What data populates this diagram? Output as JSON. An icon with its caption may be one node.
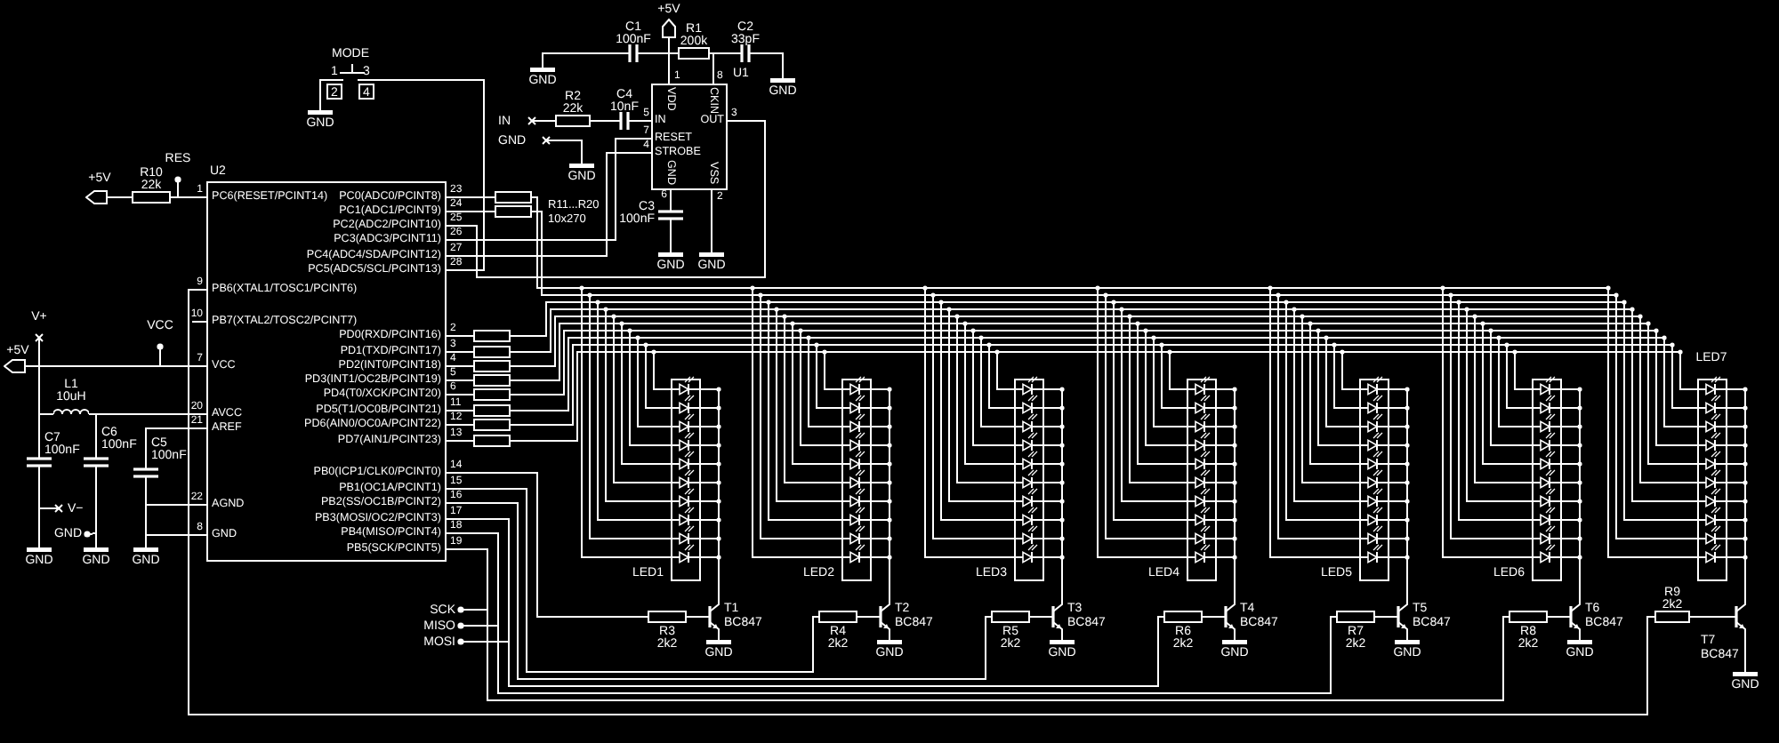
{
  "diagram": {
    "nodes": [
      {
        "text": [
          "PC6(RESET/PCINT14)",
          "PB6(XTAL1/TOSC1/PCINT6)",
          "PB7(XTAL2/TOSC2/PCINT7)",
          "VCC",
          "AVCC",
          "AREF",
          "AGND",
          "GND",
          "PC0(ADC0/PCINT8)",
          "PC1(ADC1/PCINT9)",
          "PC2(ADC2/PCINT10)",
          "PC3(ADC3/PCINT11)",
          "PC4(ADC4/SDA/PCINT12)",
          "PC5(ADC5/SCL/PCINT13)",
          "PD0(RXD/PCINT16)",
          "PD1(TXD/PCINT17)",
          "PD2(INT0/PCINT18)",
          "PD3(INT1/OC2B/PCINT19)",
          "PD4(T0/XCK/PCINT20)",
          "PD5(T1/OC0B/PCINT21)",
          "PD6(AIN0/OC0A/PCINT22)",
          "PD7(AIN1/PCINT23)",
          "PB0(ICP1/CLK0/PCINT0)",
          "PB1(OC1A/PCINT1)",
          "PB2(SS/OC1B/PCINT2)",
          "PB3(MOSI/OC2/PCINT3)",
          "PB4(MISO/PCINT4)",
          "PB5(SCK/PCINT5)"
        ],
        "beside": [
          "U2",
          "1",
          "9",
          "10",
          "7",
          "20",
          "21",
          "22",
          "8",
          "23",
          "24",
          "25",
          "26",
          "27",
          "28",
          "2",
          "3",
          "4",
          "5",
          "6",
          "11",
          "12",
          "13",
          "14",
          "15",
          "16",
          "17",
          "18",
          "19"
        ]
      },
      {
        "text": [
          "VDD",
          "CKIN",
          "IN",
          "OUT",
          "RESET",
          "STROBE",
          "GND",
          "VSS"
        ],
        "beside": [
          "U1",
          "1",
          "8",
          "5",
          "3",
          "7",
          "4",
          "6",
          "2"
        ]
      },
      {
        "text": [
          "MODE",
          "1",
          "3",
          "2",
          "4"
        ]
      },
      {
        "text": [
          "R10",
          "22k"
        ]
      },
      {
        "text": [
          "RES"
        ]
      },
      {
        "text": [
          "+5V"
        ]
      },
      {
        "text": [
          "C1",
          "100nF"
        ]
      },
      {
        "text": [
          "+5V"
        ]
      },
      {
        "text": [
          "R1",
          "200k"
        ]
      },
      {
        "text": [
          "C2",
          "33pF"
        ]
      },
      {
        "text": [
          "R2",
          "22k"
        ]
      },
      {
        "text": [
          "C4",
          "10nF"
        ]
      },
      {
        "text": [
          "IN"
        ]
      },
      {
        "text": [
          "GND"
        ]
      },
      {
        "text": [
          "C3",
          "100nF"
        ]
      },
      {
        "text": [
          "GND"
        ]
      },
      {
        "text": [
          "GND"
        ]
      },
      {
        "text": [
          "GND"
        ]
      },
      {
        "text": [
          "GND"
        ]
      },
      {
        "text": [
          "GND"
        ]
      },
      {
        "text": [
          "GND"
        ]
      },
      {
        "text": [
          "+5V"
        ]
      },
      {
        "text": [
          "V+"
        ]
      },
      {
        "text": [
          "VCC"
        ]
      },
      {
        "text": [
          "L1",
          "10uH"
        ]
      },
      {
        "text": [
          "C7",
          "100nF"
        ]
      },
      {
        "text": [
          "C6",
          "100nF"
        ]
      },
      {
        "text": [
          "C5",
          "100nF"
        ]
      },
      {
        "text": [
          "V−"
        ]
      },
      {
        "text": [
          "GND"
        ]
      },
      {
        "text": [
          "GND"
        ]
      },
      {
        "text": [
          "GND"
        ]
      },
      {
        "text": [
          "GND"
        ]
      },
      {
        "text": [
          "SCK"
        ]
      },
      {
        "text": [
          "MISO"
        ]
      },
      {
        "text": [
          "MOSI"
        ]
      },
      {
        "text": [
          "LED1"
        ]
      },
      {
        "text": [
          "LED2"
        ]
      },
      {
        "text": [
          "LED3"
        ]
      },
      {
        "text": [
          "LED4"
        ]
      },
      {
        "text": [
          "LED5"
        ]
      },
      {
        "text": [
          "LED6"
        ]
      },
      {
        "text": [
          "LED7"
        ]
      },
      {
        "text": [
          "R3",
          "2k2"
        ]
      },
      {
        "text": [
          "R4",
          "2k2"
        ]
      },
      {
        "text": [
          "R5",
          "2k2"
        ]
      },
      {
        "text": [
          "R6",
          "2k2"
        ]
      },
      {
        "text": [
          "R7",
          "2k2"
        ]
      },
      {
        "text": [
          "R8",
          "2k2"
        ]
      },
      {
        "text": [
          "R9",
          "2k2"
        ]
      },
      {
        "text": [
          "T1",
          "BC847"
        ]
      },
      {
        "text": [
          "T2",
          "BC847"
        ]
      },
      {
        "text": [
          "T3",
          "BC847"
        ]
      },
      {
        "text": [
          "T4",
          "BC847"
        ]
      },
      {
        "text": [
          "T5",
          "BC847"
        ]
      },
      {
        "text": [
          "T6",
          "BC847"
        ]
      },
      {
        "text": [
          "T7",
          "BC847"
        ]
      },
      {
        "text": [
          "GND"
        ]
      },
      {
        "text": [
          "GND"
        ]
      },
      {
        "text": [
          "GND"
        ]
      },
      {
        "text": [
          "GND"
        ]
      },
      {
        "text": [
          "GND"
        ]
      },
      {
        "text": [
          "GND"
        ]
      },
      {
        "text": [
          "GND"
        ]
      }
    ],
    "edges": [
      {
        "from": 5,
        "to": 3,
        "arrow": "none"
      },
      {
        "from": 3,
        "to": 0,
        "arrow": "none"
      },
      {
        "from": 4,
        "to": 0,
        "arrow": "none"
      },
      {
        "from": 15,
        "to": 6,
        "arrow": "none"
      },
      {
        "from": 6,
        "to": 1,
        "arrow": "none"
      },
      {
        "from": 7,
        "to": 1,
        "arrow": "none"
      },
      {
        "from": 7,
        "to": 8,
        "arrow": "none"
      },
      {
        "from": 8,
        "to": 1,
        "arrow": "none"
      },
      {
        "from": 9,
        "to": 1,
        "arrow": "none"
      },
      {
        "from": 9,
        "to": 16,
        "arrow": "none"
      },
      {
        "from": 12,
        "to": 10,
        "arrow": "none"
      },
      {
        "from": 10,
        "to": 11,
        "arrow": "none"
      },
      {
        "from": 11,
        "to": 1,
        "arrow": "none"
      },
      {
        "from": 13,
        "to": 18,
        "arrow": "none"
      },
      {
        "from": 1,
        "to": 14,
        "arrow": "none"
      },
      {
        "from": 14,
        "to": 19,
        "arrow": "none"
      },
      {
        "from": 1,
        "to": 20,
        "arrow": "none"
      },
      {
        "from": 1,
        "to": 0,
        "arrow": "none"
      },
      {
        "from": 1,
        "to": 0,
        "arrow": "none"
      },
      {
        "from": 1,
        "to": 0,
        "arrow": "none"
      },
      {
        "from": 2,
        "to": 17,
        "arrow": "none"
      },
      {
        "from": 2,
        "to": 0,
        "arrow": "none"
      },
      {
        "from": 22,
        "to": 21,
        "arrow": "none"
      },
      {
        "from": 21,
        "to": 0,
        "arrow": "none"
      },
      {
        "from": 23,
        "to": 0,
        "arrow": "none"
      },
      {
        "from": 21,
        "to": 25,
        "arrow": "none"
      },
      {
        "from": 21,
        "to": 24,
        "arrow": "none"
      },
      {
        "from": 24,
        "to": 26,
        "arrow": "none"
      },
      {
        "from": 24,
        "to": 0,
        "arrow": "none"
      },
      {
        "from": 0,
        "to": 27,
        "arrow": "none"
      },
      {
        "from": 25,
        "to": 30,
        "arrow": "none"
      },
      {
        "from": 28,
        "to": 25,
        "arrow": "none"
      },
      {
        "from": 26,
        "to": 31,
        "arrow": "none"
      },
      {
        "from": 29,
        "to": 31,
        "arrow": "none"
      },
      {
        "from": 27,
        "to": 32,
        "arrow": "none"
      },
      {
        "from": 0,
        "to": 32,
        "arrow": "none"
      },
      {
        "from": 0,
        "to": 32,
        "arrow": "none"
      },
      {
        "from": 33,
        "to": 0,
        "arrow": "none"
      },
      {
        "from": 34,
        "to": 0,
        "arrow": "none"
      },
      {
        "from": 35,
        "to": 0,
        "arrow": "none"
      },
      {
        "from": 0,
        "to": 43,
        "arrow": "none"
      },
      {
        "from": 0,
        "to": 44,
        "arrow": "none"
      },
      {
        "from": 0,
        "to": 45,
        "arrow": "none"
      },
      {
        "from": 0,
        "to": 46,
        "arrow": "none"
      },
      {
        "from": 0,
        "to": 47,
        "arrow": "none"
      },
      {
        "from": 0,
        "to": 48,
        "arrow": "none"
      },
      {
        "from": 0,
        "to": 49,
        "arrow": "none"
      },
      {
        "from": 43,
        "to": 50,
        "arrow": "none"
      },
      {
        "from": 44,
        "to": 51,
        "arrow": "none"
      },
      {
        "from": 45,
        "to": 52,
        "arrow": "none"
      },
      {
        "from": 46,
        "to": 53,
        "arrow": "none"
      },
      {
        "from": 47,
        "to": 54,
        "arrow": "none"
      },
      {
        "from": 48,
        "to": 55,
        "arrow": "none"
      },
      {
        "from": 49,
        "to": 56,
        "arrow": "none"
      },
      {
        "from": 50,
        "to": 57,
        "arrow": "none"
      },
      {
        "from": 51,
        "to": 58,
        "arrow": "none"
      },
      {
        "from": 52,
        "to": 59,
        "arrow": "none"
      },
      {
        "from": 53,
        "to": 60,
        "arrow": "none"
      },
      {
        "from": 54,
        "to": 61,
        "arrow": "none"
      },
      {
        "from": 55,
        "to": 62,
        "arrow": "none"
      },
      {
        "from": 56,
        "to": 63,
        "arrow": "none"
      },
      {
        "from": 50,
        "to": 36,
        "arrow": "none"
      },
      {
        "from": 51,
        "to": 37,
        "arrow": "none"
      },
      {
        "from": 52,
        "to": 38,
        "arrow": "none"
      },
      {
        "from": 53,
        "to": 39,
        "arrow": "none"
      },
      {
        "from": 54,
        "to": 40,
        "arrow": "none"
      },
      {
        "from": 55,
        "to": 41,
        "arrow": "none"
      },
      {
        "from": 56,
        "to": 42,
        "arrow": "none"
      }
    ],
    "labels": [
      "R11...R20",
      "10x270"
    ]
  }
}
